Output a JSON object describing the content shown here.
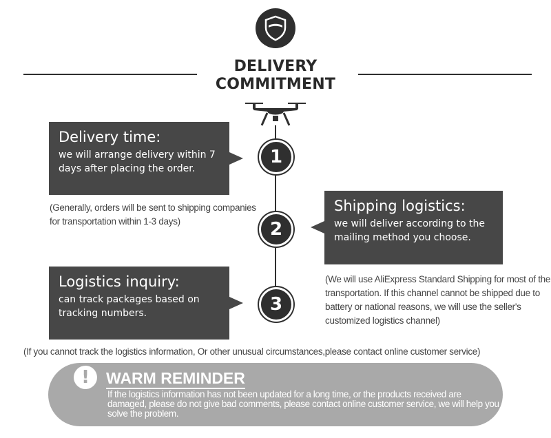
{
  "header": {
    "icon": "shield-icon",
    "title_line1": "DELIVERY",
    "title_line2": "COMMITMENT",
    "drone_icon": "drone-icon"
  },
  "steps": [
    {
      "number": "1",
      "title": "Delivery time:",
      "body": "we will arrange delivery within 7 days after placing the order.",
      "note": "(Generally, orders will be sent to shipping companies for transportation within 1-3 days)"
    },
    {
      "number": "2",
      "title": "Shipping logistics:",
      "body": "we will deliver according to the mailing method you choose.",
      "note": "(We will use AliExpress Standard Shipping for most of the transportation. If this channel cannot be shipped due to battery or national reasons, we will use the seller's customized logistics channel)"
    },
    {
      "number": "3",
      "title": "Logistics inquiry:",
      "body": "can track packages based on tracking numbers.",
      "note": ""
    }
  ],
  "footer_note": "(If you cannot track the logistics information, Or other unusual circumstances,please contact online customer service)",
  "reminder": {
    "icon": "exclamation-icon",
    "icon_glyph": "!",
    "title": "WARM REMINDER",
    "text": "If the logistics information has not been updated for a long time, or the products received are damaged, please do not give bad comments, please contact online customer service, we will help you solve the problem."
  },
  "colors": {
    "dark": "#2f2f2f",
    "card": "#474747",
    "reminder_bg": "#a9a9a9"
  }
}
